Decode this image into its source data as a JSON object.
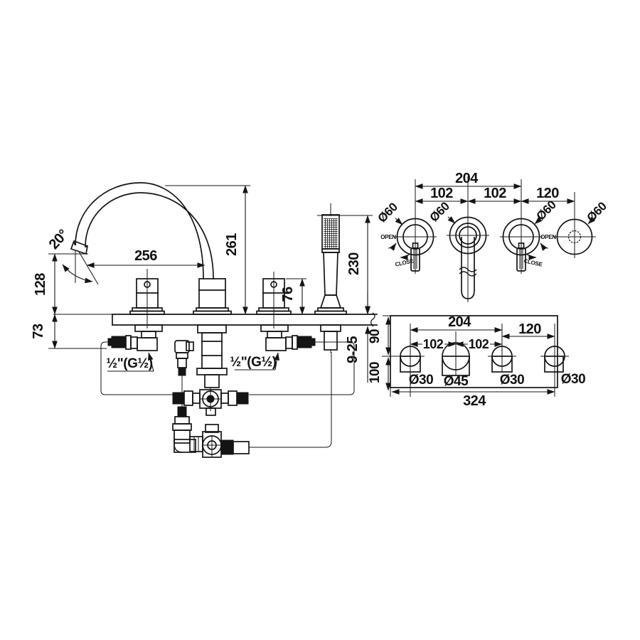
{
  "drawing": {
    "kind": "bath-mixer-installation-diagram",
    "colors": {
      "line": "#141414",
      "background": "#ffffff"
    }
  },
  "front_view": {
    "spout_angle": "20°",
    "spout_reach": "256",
    "spout_height": "261",
    "outlet_height": "128",
    "below_deck_depth": "73",
    "handle_height": "76",
    "handshower_height": "230",
    "deck_thickness_range": "9-25",
    "left_connection": "½\"(G½)",
    "right_connection": "½\"(G½)"
  },
  "top_view": {
    "handle_spread": "204",
    "spacing_left": "102",
    "spacing_right": "102",
    "handshower_spacing": "120",
    "left_handle_diameter": "Ø60",
    "spout_diameter": "Ø60",
    "right_handle_diameter": "Ø60",
    "holder_diameter": "Ø60",
    "open_label": "OPEN",
    "close_label": "CLOSE"
  },
  "plan_view": {
    "hole_spread": "204",
    "spacing_left": "102",
    "spacing_right": "102",
    "handshower_spacing": "120",
    "total_width": "324",
    "edge_to_centerline": "90",
    "centerline_to_front": "100",
    "hole1_diameter": "Ø30",
    "hole2_diameter": "Ø45",
    "hole3_diameter": "Ø30",
    "hole4_diameter": "Ø30"
  }
}
